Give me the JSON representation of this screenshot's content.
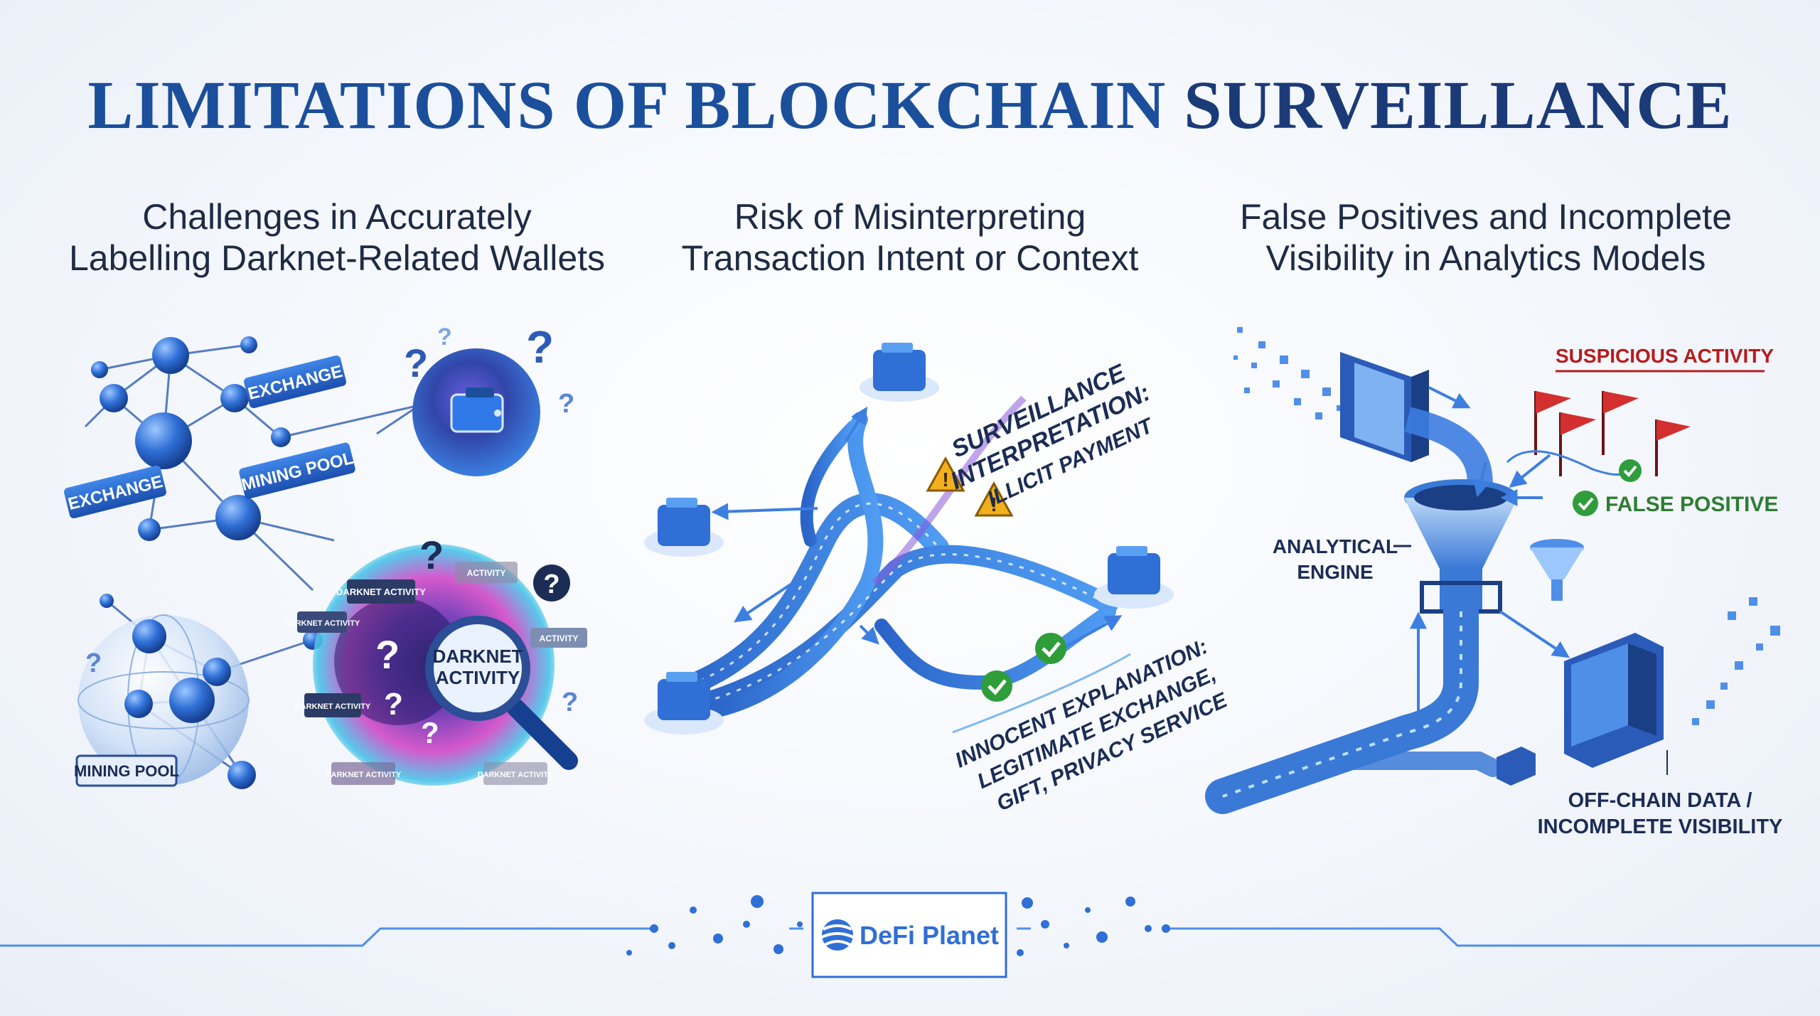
{
  "title": {
    "part1": "LIMITATIONS OF BLOCKCHAIN",
    "part2": "SURVEILLANCE"
  },
  "sections": [
    {
      "heading_line1": "Challenges in Accurately",
      "heading_line2": "Labelling Darknet-Related Wallets",
      "labels": {
        "exchange_top": "EXCHANGE",
        "exchange_left": "EXCHANGE",
        "mining_pool_top": "MINING POOL",
        "mining_pool_bottom": "MINING POOL",
        "darknet_tag": "DARKNET ACTIVITY",
        "activity_tag": "ACTIVITY",
        "magnifier_line1": "DARKNET",
        "magnifier_line2": "ACTIVITY",
        "question_mark": "?"
      }
    },
    {
      "heading_line1": "Risk of Misinterpreting",
      "heading_line2": "Transaction Intent or Context",
      "labels": {
        "surveillance_line1": "SURVEILLANCE",
        "surveillance_line2": "INTERPRETATION:",
        "illicit": "ILLICIT PAYMENT",
        "innocent_line1": "INNOCENT EXPLANATION:",
        "innocent_line2": "LEGITIMATE EXCHANGE,",
        "innocent_line3": "GIFT, PRIVACY SERVICE"
      }
    },
    {
      "heading_line1": "False Positives and Incomplete",
      "heading_line2": "Visibility in Analytics Models",
      "labels": {
        "suspicious": "SUSPICIOUS ACTIVITY",
        "false_positive": "FALSE POSITIVE",
        "engine_line1": "ANALYTICAL",
        "engine_line2": "ENGINE",
        "offchain_line1": "OFF-CHAIN DATA /",
        "offchain_line2": "INCOMPLETE VISIBILITY"
      }
    }
  ],
  "footer": {
    "brand": "DeFi Planet"
  },
  "colors": {
    "primary": "#1b4f9b",
    "accent": "#3b82f6",
    "alert": "#c62828",
    "ok": "#2e9d3a",
    "warn": "#f2b01e"
  }
}
